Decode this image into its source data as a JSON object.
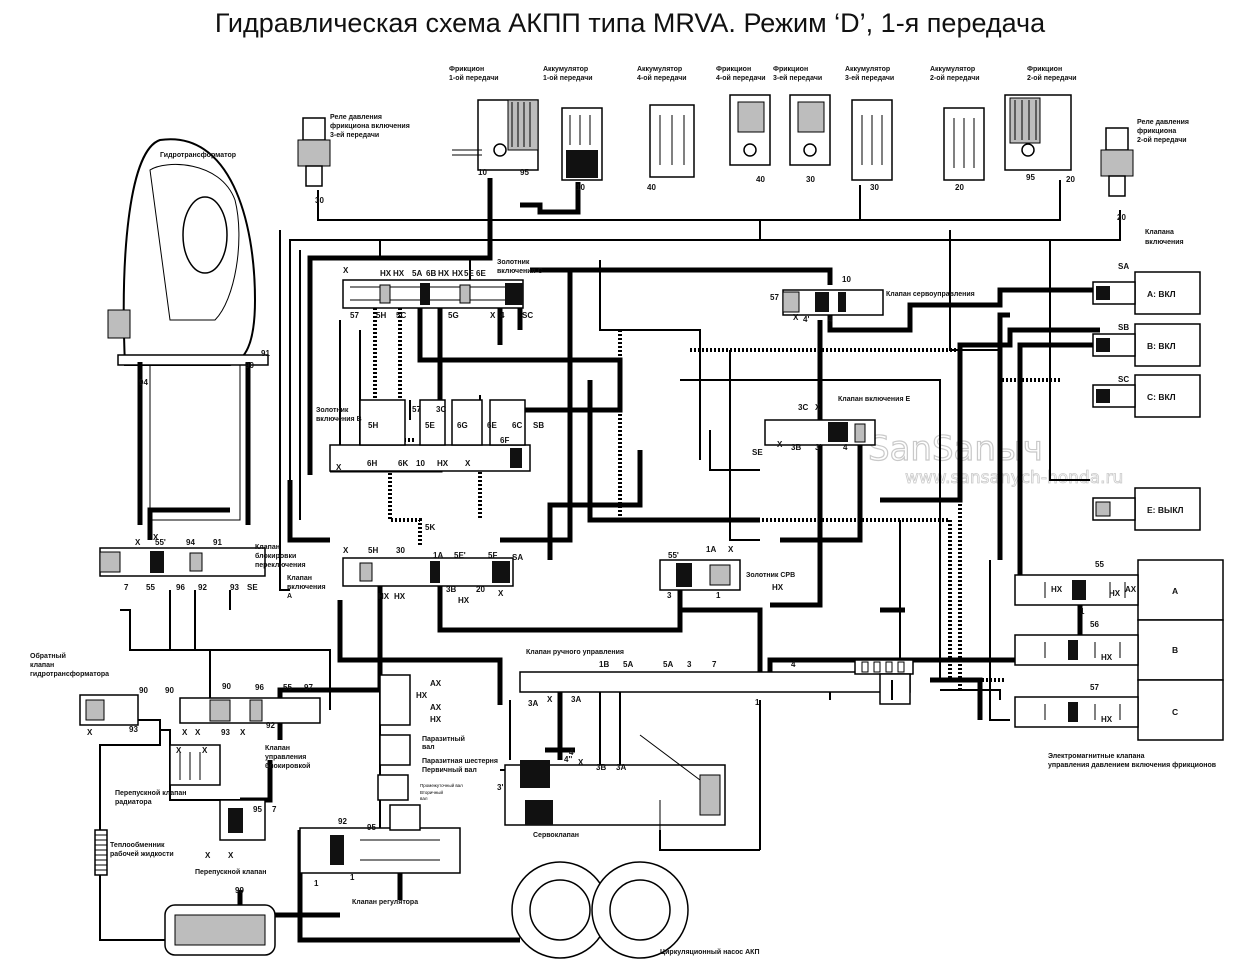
{
  "title": "Гидравлическая схема АКПП типа MRVA. Режим ‘D’, 1-я передача",
  "watermark": {
    "line1": "SanSanыч",
    "line2": "www.sansanych-honda.ru"
  },
  "top_components": [
    {
      "label_1": "Фрикцион",
      "label_2": "1-ой передачи"
    },
    {
      "label_1": "Аккумулятор",
      "label_2": "1-ой передачи"
    },
    {
      "label_1": "Аккумулятор",
      "label_2": "4-ой передачи"
    },
    {
      "label_1": "Фрикцион",
      "label_2": "4-ой передачи"
    },
    {
      "label_1": "Фрикцион",
      "label_2": "3-ей передачи"
    },
    {
      "label_1": "Аккумулятор",
      "label_2": "3-ей передачи"
    },
    {
      "label_1": "Аккумулятор",
      "label_2": "2-ой передачи"
    },
    {
      "label_1": "Фрикцион",
      "label_2": "2-ой передачи"
    }
  ],
  "relays": {
    "third": {
      "l1": "Реле давления",
      "l2": "фрикциона включения",
      "l3": "3-ей передачи"
    },
    "second": {
      "l1": "Реле давления",
      "l2": "фрикциона",
      "l3": "2-ой передачи"
    }
  },
  "labels": {
    "torque_converter": "Гидротрансформатор",
    "shift_valves": "Клапана",
    "shift_valves_2": "включения",
    "shift_valve_c": "Золотник",
    "shift_valve_c_2": "включения С",
    "shift_valve_b": "Золотник",
    "shift_valve_b_2": "включения В",
    "servo_control": "Клапан сервоуправления",
    "shift_valve_e": "Клапан включения Е",
    "lockup_shift": "Клапан",
    "lockup_shift_2": "блокировки",
    "lockup_shift_3": "переключения",
    "shift_valve_a": "Клапан",
    "shift_valve_a_2": "включения",
    "shift_valve_a_3": "A",
    "cpb_valve": "Золотник СРВ",
    "manual_valve": "Клапан ручного управления",
    "tc_check_valve": "Обратный",
    "tc_check_valve_2": "клапан",
    "tc_check_valve_3": "гидротрансформатора",
    "lockup_control": "Клапан",
    "lockup_control_2": "управления",
    "lockup_control_3": "блокировкой",
    "radiator_relief": "Перепускной клапан",
    "radiator_relief_2": "радиатора",
    "cooler": "Теплообменник",
    "cooler_2": "рабочей жидкости",
    "relief_valve": "Перепускной клапан",
    "regulator_valve": "Клапан регулятора",
    "servo_valve": "Сервоклапан",
    "pump": "Циркуляционный насос АКП",
    "mainshaft": "Первичный вал",
    "stator_shaft": "Паразитный",
    "stator_shaft_2": "вал",
    "idler_gear": "Паразитная шестерня",
    "solenoids": "Электромагнитные клапана",
    "solenoids_2": "управления давлением включения фрикционов"
  },
  "solenoid_states": [
    {
      "code": "SA",
      "label": "A: ВКЛ"
    },
    {
      "code": "SB",
      "label": "B: ВКЛ"
    },
    {
      "code": "SC",
      "label": "C: ВКЛ"
    },
    {
      "code": "",
      "label": "E: ВЫКЛ"
    }
  ],
  "linear_solenoids": [
    {
      "label": "A",
      "port": "55"
    },
    {
      "label": "B",
      "port": "56"
    },
    {
      "label": "C",
      "port": "57"
    }
  ],
  "port_codes": {
    "x": "X",
    "hx": "HX",
    "ax": "AX",
    "p5a": "5A",
    "p6b": "6B",
    "p5e": "5E",
    "p6e": "6E",
    "p5h": "5H",
    "p5c": "5C",
    "p5g": "5G",
    "p4": "4",
    "psc": "SC",
    "p57": "57",
    "p3c": "3C",
    "p6g": "6G",
    "p6e2": "6E",
    "p6c": "6C",
    "psb": "SB",
    "p6h": "6H",
    "p6b2": "6B",
    "p6k": "6K",
    "p10": "10",
    "p6f": "6F",
    "p5k": "5K",
    "p55p": "55'",
    "p94": "94",
    "p91": "91",
    "p90": "90",
    "p7": "7",
    "p55": "55",
    "p96": "96",
    "p92": "92",
    "p93": "93",
    "pse": "SE",
    "p30": "30",
    "p1a": "1A",
    "p5e2": "5E'",
    "p5f": "5F",
    "psa": "SA",
    "p3b": "3B",
    "p20": "20",
    "p55pp": "55'",
    "p3": "3",
    "p1": "1",
    "p1b": "1B",
    "p3a": "3A",
    "p95": "95",
    "p97": "97",
    "p99": "99",
    "p3pp": "3'",
    "p4p": "4'",
    "p3bp": "3B",
    "p40": "40",
    "p3p": "3'",
    "p4pp": "4''",
    "p56": "56"
  },
  "small_labels": {
    "transfer_shaft": "Промежуточный вал",
    "secondary_shaft": "Вторичный",
    "secondary_shaft_2": "вал"
  }
}
